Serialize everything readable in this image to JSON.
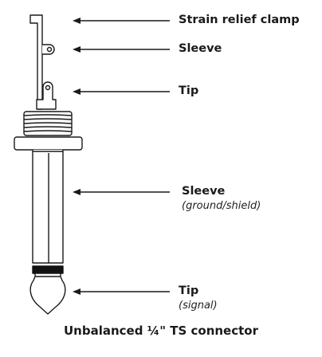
{
  "labels": {
    "strain_relief": "Strain relief clamp",
    "sleeve_top": "Sleeve",
    "tip_top": "Tip",
    "sleeve_body": "Sleeve",
    "sleeve_body_note": "(ground/shield)",
    "tip_bottom": "Tip",
    "tip_bottom_note": "(signal)"
  },
  "caption": "Unbalanced ¼\" TS connector",
  "colors": {
    "line": "#1a1a1a",
    "fill": "#ffffff",
    "band": "#111111"
  }
}
